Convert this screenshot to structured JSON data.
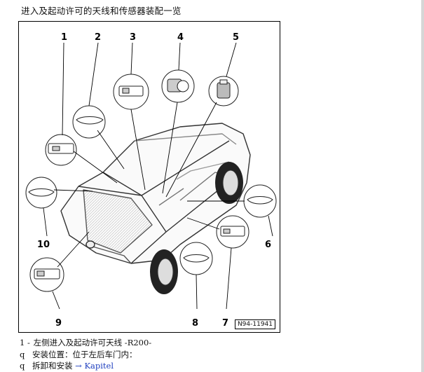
{
  "page": {
    "title": "进入及起动许可的天线和传感器装配一览",
    "figure_code": "N94-11941"
  },
  "callouts": [
    "1",
    "2",
    "3",
    "4",
    "5",
    "6",
    "7",
    "8",
    "9",
    "10"
  ],
  "items": [
    {
      "number": "1 -",
      "text": "左侧进入及起动许可天线  -R200-",
      "details": [
        {
          "bullet": "q",
          "text": "安装位置：位于左后车门内：",
          "link": ""
        },
        {
          "bullet": "q",
          "text": "拆卸和安装  ",
          "link": "→ Kapitel"
        }
      ]
    }
  ],
  "colors": {
    "link": "#1f3fbf",
    "border": "#000000",
    "drawing": "#444444"
  }
}
